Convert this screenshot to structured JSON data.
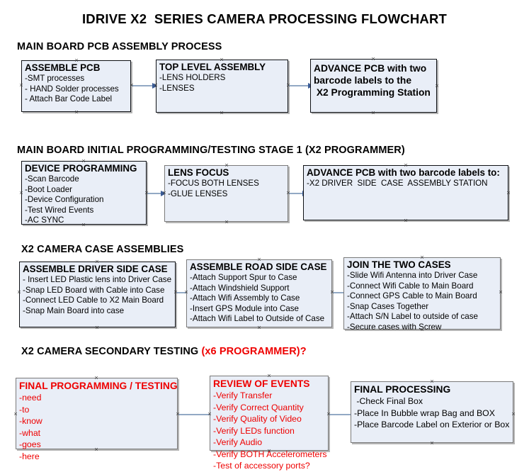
{
  "document": {
    "title": "IDRIVE X2  SERIES CAMERA PROCESSING FLOWCHART"
  },
  "colors": {
    "node_fill": "#e9eef7",
    "node_border": "#0f1115",
    "node_border_grey": "#7a7a7a",
    "connector": "#92a9c4",
    "arrowhead": "#3b5c96",
    "accent_red": "#ee0000",
    "text": "#000000",
    "background": "#ffffff"
  },
  "sections": [
    {
      "heading": "MAIN BOARD PCB ASSEMBLY PROCESS",
      "heading_accent": "",
      "nodes": [
        {
          "title": "ASSEMBLE PCB",
          "lines": [
            "-SMT processes",
            "- HAND Solder processes",
            "- Attach Bar Code Label"
          ]
        },
        {
          "title": "TOP LEVEL ASSEMBLY",
          "lines": [
            "-LENS HOLDERS",
            "-LENSES"
          ]
        },
        {
          "title": "ADVANCE PCB with two",
          "lines": [
            "barcode labels to the",
            " X2 Programming Station"
          ]
        }
      ]
    },
    {
      "heading": "MAIN BOARD INITIAL PROGRAMMING/TESTING STAGE 1 (X2 PROGRAMMER)",
      "heading_accent": "",
      "nodes": [
        {
          "title": "DEVICE PROGRAMMING",
          "lines": [
            "-Scan Barcode",
            "-Boot Loader",
            "-Device Configuration",
            "-Test Wired Events",
            "-AC SYNC"
          ]
        },
        {
          "title": "LENS FOCUS",
          "lines": [
            "-FOCUS BOTH LENSES",
            "-GLUE LENSES"
          ]
        },
        {
          "title": "ADVANCE PCB with two barcode labels to:",
          "lines": [
            "-X2 DRIVER  SIDE  CASE  ASSEMBLY STATION"
          ]
        }
      ]
    },
    {
      "heading": "X2 CAMERA CASE ASSEMBLIES",
      "heading_accent": "",
      "nodes": [
        {
          "title": "ASSEMBLE DRIVER SIDE CASE",
          "lines": [
            "- Insert LED Plastic lens into Driver Case",
            "-Snap LED Board with Cable into Case",
            "-Connect LED Cable to X2 Main Board",
            "-Snap Main Board into case"
          ]
        },
        {
          "title": "ASSEMBLE ROAD SIDE CASE",
          "lines": [
            "-Attach Support Spur to Case",
            "-Attach Windshield Support",
            "-Attach Wifi Assembly to Case",
            "-Insert GPS Module into Case",
            "-Attach Wifi Label to Outside of Case"
          ]
        },
        {
          "title": "JOIN THE TWO CASES",
          "lines": [
            "-Slide Wifi Antenna into Driver Case",
            "-Connect Wifi Cable to Main Board",
            "-Connect GPS Cable to Main Board",
            "-Snap Cases Together",
            "-Attach S/N Label to outside of case",
            "-Secure cases with Screw"
          ]
        }
      ]
    },
    {
      "heading": "X2 CAMERA SECONDARY TESTING ",
      "heading_accent": "(x6 PROGRAMMER)?",
      "nodes": [
        {
          "title": "FINAL PROGRAMMING / TESTING",
          "lines": [
            "-need",
            "-to",
            "-know",
            "-what",
            "-goes",
            "-here"
          ]
        },
        {
          "title": "REVIEW OF EVENTS",
          "lines": [
            "-Verify Transfer",
            "-Verify Correct Quantity",
            "-Verify Quality of Video",
            "-Verify LEDs function",
            "-Verify Audio",
            "-Verify BOTH Accelerometers",
            "-Test of accessory ports?"
          ]
        },
        {
          "title": "FINAL PROCESSING",
          "lines": [
            " -Check Final Box",
            "-Place In Bubble wrap Bag and BOX",
            "-Place Barcode Label on Exterior or Box"
          ]
        }
      ]
    }
  ]
}
